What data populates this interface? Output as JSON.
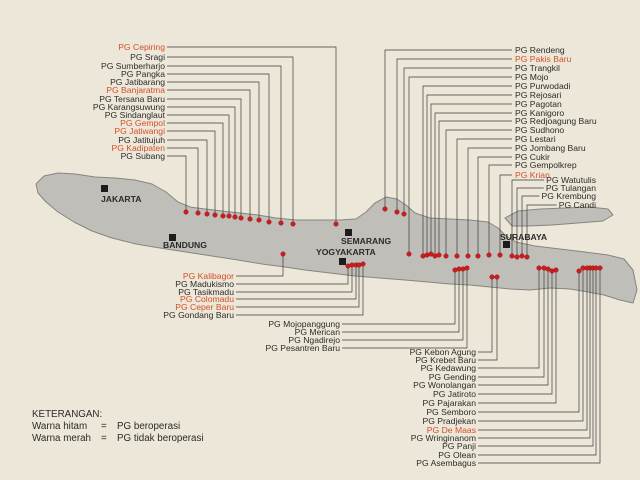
{
  "colors": {
    "background": "#ece7d8",
    "land": "#bfbeb9",
    "land_outline": "#86857f",
    "factory_dot": "#cc1d1d",
    "label_black": "#2b2b2b",
    "label_red": "#d2502b",
    "leader_line": "#3c3c3c",
    "city_marker": "#1c1c1c",
    "text_black": "#2a2a2a"
  },
  "cities": [
    {
      "name": "JAKARTA"
    },
    {
      "name": "BANDUNG"
    },
    {
      "name": "SEMARANG"
    },
    {
      "name": "YOGYAKARTA"
    },
    {
      "name": "SURABAYA"
    }
  ],
  "factory_groups": {
    "top_left": [
      {
        "name": "PG Cepiring",
        "color": "red"
      },
      {
        "name": "PG Sragi",
        "color": "black"
      },
      {
        "name": "PG Sumberharjo",
        "color": "black"
      },
      {
        "name": "PG Pangka",
        "color": "black"
      },
      {
        "name": "PG Jatibarang",
        "color": "black"
      },
      {
        "name": "PG Banjaratma",
        "color": "red"
      },
      {
        "name": "PG Tersana Baru",
        "color": "black"
      },
      {
        "name": "PG Karangsuwung",
        "color": "black"
      },
      {
        "name": "PG Sindanglaut",
        "color": "black"
      },
      {
        "name": "PG Gempol",
        "color": "red"
      },
      {
        "name": "PG Jatiwangi",
        "color": "red"
      },
      {
        "name": "PG Jatitujuh",
        "color": "black"
      },
      {
        "name": "PG Kadipaten",
        "color": "red"
      },
      {
        "name": "PG Subang",
        "color": "black"
      }
    ],
    "top_right": [
      {
        "name": "PG Rendeng",
        "color": "black"
      },
      {
        "name": "PG Pakis Baru",
        "color": "red"
      },
      {
        "name": "PG Trangkil",
        "color": "black"
      },
      {
        "name": "PG Mojo",
        "color": "black"
      },
      {
        "name": "PG Purwodadi",
        "color": "black"
      },
      {
        "name": "PG Rejosari",
        "color": "black"
      },
      {
        "name": "PG Pagotan",
        "color": "black"
      },
      {
        "name": "PG Kanigoro",
        "color": "black"
      },
      {
        "name": "PG Redjoagung Baru",
        "color": "black"
      },
      {
        "name": "PG Sudhono",
        "color": "black"
      },
      {
        "name": "PG Lestari",
        "color": "black"
      },
      {
        "name": "PG Jombang Baru",
        "color": "black"
      },
      {
        "name": "PG Cukir",
        "color": "black"
      },
      {
        "name": "PG Gempolkrep",
        "color": "black"
      },
      {
        "name": "PG Krian",
        "color": "red"
      }
    ],
    "right": [
      {
        "name": "PG Watutulis",
        "color": "black"
      },
      {
        "name": "PG Tulangan",
        "color": "black"
      },
      {
        "name": "PG Krembung",
        "color": "black"
      },
      {
        "name": "PG Candi",
        "color": "black"
      }
    ],
    "bottom_left": [
      {
        "name": "PG Kalibagor",
        "color": "red"
      },
      {
        "name": "PG Madukismo",
        "color": "black"
      },
      {
        "name": "PG Tasikmadu",
        "color": "black"
      },
      {
        "name": "PG Colomadu",
        "color": "red"
      },
      {
        "name": "PG Ceper Baru",
        "color": "red"
      },
      {
        "name": "PG Gondang Baru",
        "color": "black"
      }
    ],
    "bottom_middle": [
      {
        "name": "PG Mojopanggung",
        "color": "black"
      },
      {
        "name": "PG Merican",
        "color": "black"
      },
      {
        "name": "PG Ngadirejo",
        "color": "black"
      },
      {
        "name": "PG Pesantren Baru",
        "color": "black"
      }
    ],
    "bottom_right": [
      {
        "name": "PG Kebon Agung",
        "color": "black"
      },
      {
        "name": "PG Krebet Baru",
        "color": "black"
      },
      {
        "name": "PG Kedawung",
        "color": "black"
      },
      {
        "name": "PG Gending",
        "color": "black"
      },
      {
        "name": "PG Wonolangan",
        "color": "black"
      },
      {
        "name": "PG Jatiroto",
        "color": "black"
      },
      {
        "name": "PG Pajarakan",
        "color": "black"
      },
      {
        "name": "PG Semboro",
        "color": "black"
      },
      {
        "name": "PG Pradjekan",
        "color": "black"
      },
      {
        "name": "PG De Maas",
        "color": "red"
      },
      {
        "name": "PG Wringinanom",
        "color": "black"
      },
      {
        "name": "PG Panji",
        "color": "black"
      },
      {
        "name": "PG Olean",
        "color": "black"
      },
      {
        "name": "PG Asembagus",
        "color": "black"
      }
    ]
  },
  "legend": {
    "title": "KETERANGAN:",
    "rows": [
      {
        "key": "Warna hitam",
        "eq": "=",
        "value": "PG beroperasi"
      },
      {
        "key": "Warna merah",
        "eq": "=",
        "value": "PG tidak beroperasi"
      }
    ]
  }
}
